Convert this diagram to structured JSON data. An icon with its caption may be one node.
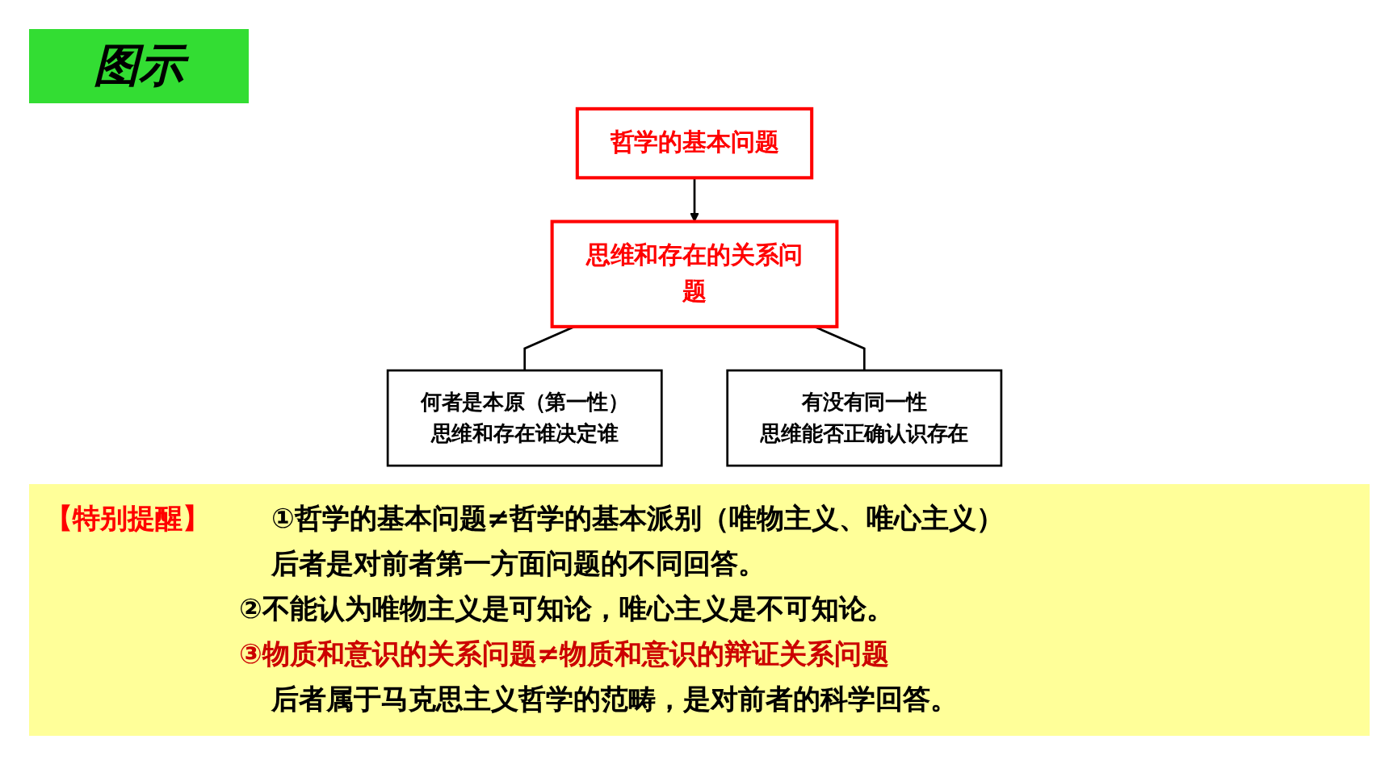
{
  "diagram": {
    "title": "图示",
    "nodes": [
      {
        "text": [
          "哲学的基本问题"
        ]
      },
      {
        "text": [
          "思维和存在的关系问题"
        ]
      },
      {
        "text": [
          "何者是本原（第一性）",
          "思维和存在谁决定谁"
        ]
      },
      {
        "text": [
          "有没有同一性",
          "思维能否正确认识存在"
        ]
      }
    ],
    "edges": [
      {
        "from": 0,
        "to": 1,
        "arrow": "to"
      },
      {
        "from": 1,
        "to": 2,
        "arrow": "none"
      },
      {
        "from": 1,
        "to": 3,
        "arrow": "none"
      }
    ],
    "labels": [
      "【特别提醒】",
      "①哲学的基本问题≠哲学的基本派别（唯物主义、唯心主义）",
      "后者是对前者第一方面问题的不同回答。",
      "②不能认为唯物主义是可知论，唯心主义是不可知论。",
      "③物质和意识的关系问题≠物质和意识的辩证关系问题",
      "后者属于马克思主义哲学的范畴，是对前者的科学回答。"
    ]
  }
}
